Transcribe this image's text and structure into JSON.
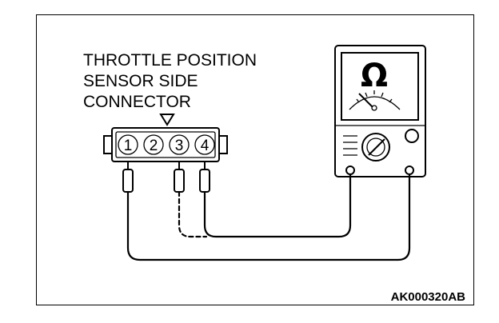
{
  "connector": {
    "label_lines": [
      "THROTTLE POSITION",
      "SENSOR SIDE",
      "CONNECTOR"
    ],
    "pins": [
      "1",
      "2",
      "3",
      "4"
    ]
  },
  "meter": {
    "symbol": "Ω"
  },
  "figure_code": "AK000320AB",
  "colors": {
    "line": "#000000",
    "background": "#ffffff"
  }
}
